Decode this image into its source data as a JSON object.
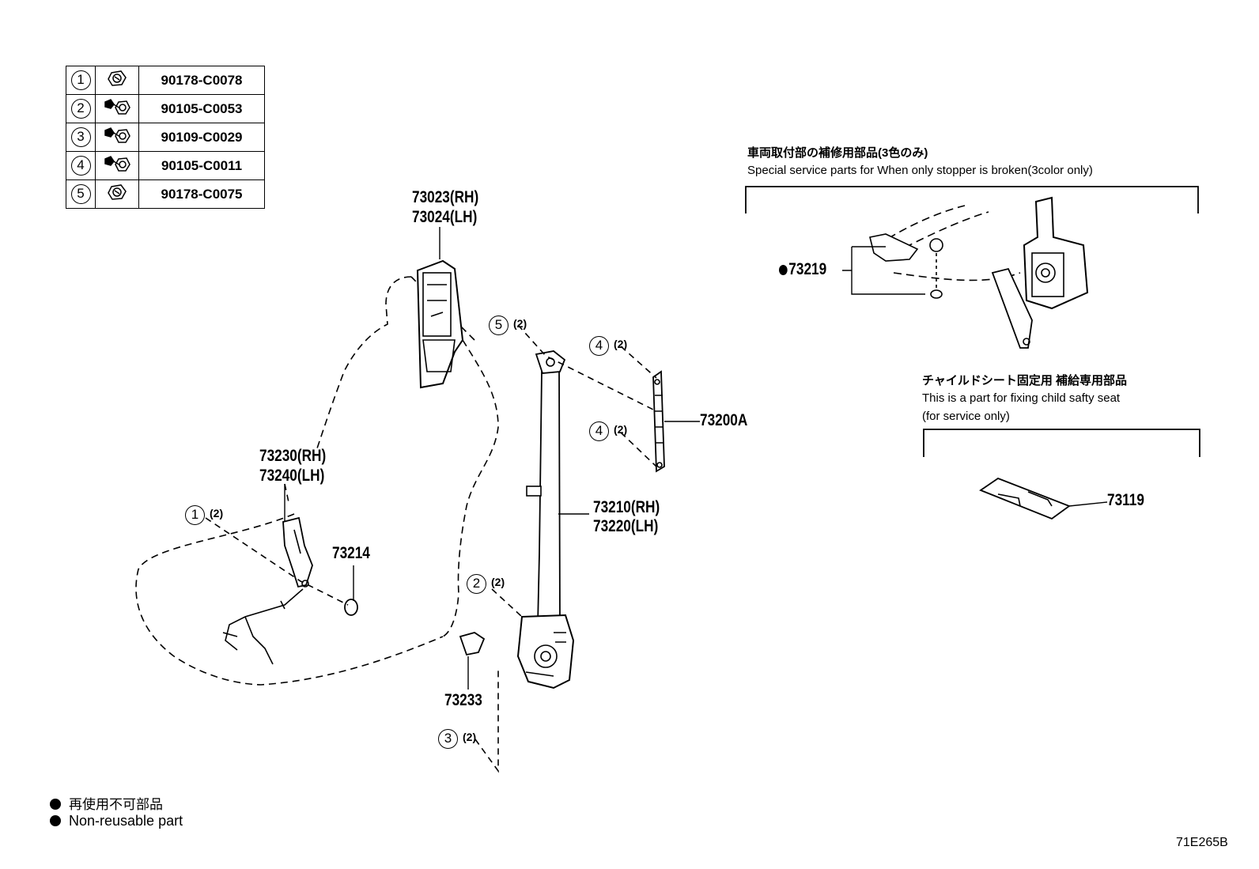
{
  "bolt_table": [
    {
      "num": "1",
      "icon": "nut-icon",
      "part": "90178-C0078"
    },
    {
      "num": "2",
      "icon": "bolt-icon",
      "part": "90105-C0053"
    },
    {
      "num": "3",
      "icon": "bolt-icon",
      "part": "90109-C0029"
    },
    {
      "num": "4",
      "icon": "bolt-icon",
      "part": "90105-C0011"
    },
    {
      "num": "5",
      "icon": "nut-icon",
      "part": "90178-C0075"
    }
  ],
  "callouts": {
    "p73023": "73023(RH)",
    "p73024": "73024(LH)",
    "p73230": "73230(RH)",
    "p73240": "73240(LH)",
    "p73214": "73214",
    "p73233": "73233",
    "p73210": "73210(RH)",
    "p73220": "73220(LH)",
    "p73200A": "73200A",
    "p73219": "73219",
    "p73119": "73119"
  },
  "fastener_refs": {
    "r5": {
      "num": "5",
      "qty": "(2)"
    },
    "r4a": {
      "num": "4",
      "qty": "(2)"
    },
    "r4b": {
      "num": "4",
      "qty": "(2)"
    },
    "r1": {
      "num": "1",
      "qty": "(2)"
    },
    "r2": {
      "num": "2",
      "qty": "(2)"
    },
    "r3": {
      "num": "3",
      "qty": "(2)"
    }
  },
  "special_service": {
    "title_jp": "車両取付部の補修用部品(3色のみ)",
    "title_en": "Special service parts for When only stopper is broken(3color only)"
  },
  "child_seat": {
    "title_jp": "チャイルドシート固定用 補給専用部品",
    "line1": "This is a part for fixing child safty seat",
    "line2": "(for service only)"
  },
  "legend": {
    "jp": "再使用不可部品",
    "en": "Non-reusable part"
  },
  "diagram_code": "71E265B"
}
